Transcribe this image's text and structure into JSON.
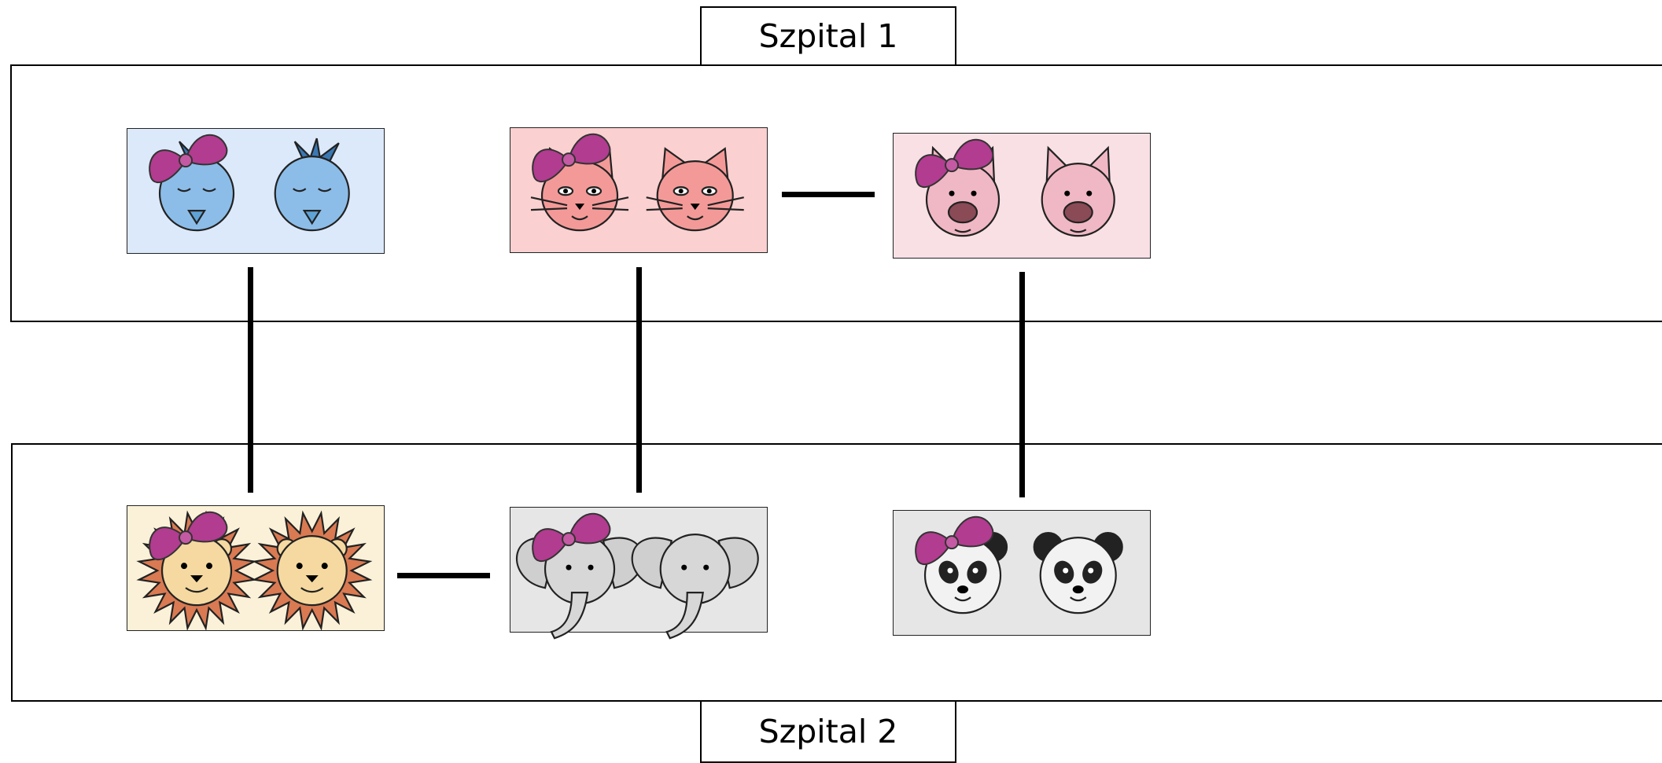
{
  "hospitals": [
    {
      "id": "hospital-1",
      "label": "Szpital 1"
    },
    {
      "id": "hospital-2",
      "label": "Szpital 2"
    }
  ],
  "pairs": [
    {
      "id": "birds",
      "hospital": "Szpital 1",
      "animal": "bird",
      "bg_color": "#dce9fb",
      "face_color": "#8cbde8"
    },
    {
      "id": "cats",
      "hospital": "Szpital 1",
      "animal": "cat",
      "bg_color": "#fbd0d0",
      "face_color": "#f39a98"
    },
    {
      "id": "pigs",
      "hospital": "Szpital 1",
      "animal": "pig",
      "bg_color": "#f8e0e5",
      "face_color": "#f0b8c4"
    },
    {
      "id": "lions",
      "hospital": "Szpital 2",
      "animal": "lion",
      "bg_color": "#fbf1d8",
      "face_color": "#f5d9a0"
    },
    {
      "id": "elephants",
      "hospital": "Szpital 2",
      "animal": "elephant",
      "bg_color": "#e6e6e6",
      "face_color": "#d7d7d7"
    },
    {
      "id": "pandas",
      "hospital": "Szpital 2",
      "animal": "panda",
      "bg_color": "#e6e6e6",
      "face_color": "#f2f2f2"
    }
  ],
  "links": [
    {
      "from": "birds",
      "to": "lions"
    },
    {
      "from": "cats",
      "to": "elephants"
    },
    {
      "from": "pigs",
      "to": "pandas"
    },
    {
      "from": "cats",
      "to": "pigs"
    },
    {
      "from": "lions",
      "to": "elephants"
    }
  ],
  "colors": {
    "bow": "#b23c8f",
    "line": "#000000"
  }
}
